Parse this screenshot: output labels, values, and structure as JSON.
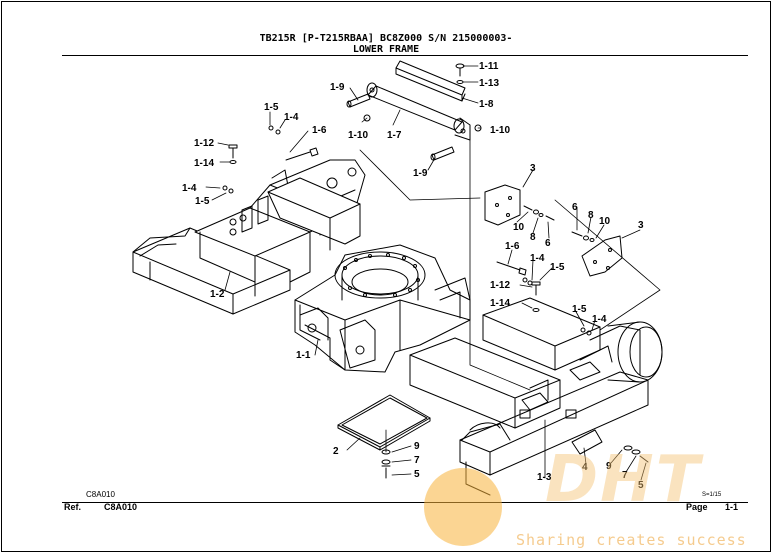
{
  "header": {
    "model_line": "TB215R [P-T215RBAA] BC8Z000 S/N 215000003-",
    "section": "LOWER FRAME"
  },
  "footer": {
    "ref_label": "Ref.",
    "ref_code": "C8A010",
    "ref_code_small": "C8A010",
    "page_label": "Page",
    "page_number": "1-1",
    "sheet_count": "S=1/15"
  },
  "watermark": {
    "logo_text": "DHT",
    "slogan": "Sharing creates success",
    "colors": {
      "orange": "#f7b23b",
      "slogan": "#f3c27a",
      "logo": "#f5c070"
    }
  },
  "callouts": [
    {
      "id": "c-1-11",
      "text": "1-11"
    },
    {
      "id": "c-1-13",
      "text": "1-13"
    },
    {
      "id": "c-1-8",
      "text": "1-8"
    },
    {
      "id": "c-1-9a",
      "text": "1-9"
    },
    {
      "id": "c-1-10a",
      "text": "1-10"
    },
    {
      "id": "c-1-10b",
      "text": "1-10"
    },
    {
      "id": "c-1-7",
      "text": "1-7"
    },
    {
      "id": "c-1-9b",
      "text": "1-9"
    },
    {
      "id": "c-1-5a",
      "text": "1-5"
    },
    {
      "id": "c-1-4a",
      "text": "1-4"
    },
    {
      "id": "c-1-6a",
      "text": "1-6"
    },
    {
      "id": "c-1-12a",
      "text": "1-12"
    },
    {
      "id": "c-1-14a",
      "text": "1-14"
    },
    {
      "id": "c-1-4b",
      "text": "1-4"
    },
    {
      "id": "c-1-5b",
      "text": "1-5"
    },
    {
      "id": "c-1-2",
      "text": "1-2"
    },
    {
      "id": "c-1-1",
      "text": "1-1"
    },
    {
      "id": "c-3a",
      "text": "3"
    },
    {
      "id": "c-10a",
      "text": "10"
    },
    {
      "id": "c-8a",
      "text": "8"
    },
    {
      "id": "c-6a",
      "text": "6"
    },
    {
      "id": "c-6b",
      "text": "6"
    },
    {
      "id": "c-8b",
      "text": "8"
    },
    {
      "id": "c-10b",
      "text": "10"
    },
    {
      "id": "c-3b",
      "text": "3"
    },
    {
      "id": "c-1-6b",
      "text": "1-6"
    },
    {
      "id": "c-1-4c",
      "text": "1-4"
    },
    {
      "id": "c-1-5c",
      "text": "1-5"
    },
    {
      "id": "c-1-12b",
      "text": "1-12"
    },
    {
      "id": "c-1-14b",
      "text": "1-14"
    },
    {
      "id": "c-1-5d",
      "text": "1-5"
    },
    {
      "id": "c-1-4d",
      "text": "1-4"
    },
    {
      "id": "c-2",
      "text": "2"
    },
    {
      "id": "c-9a",
      "text": "9"
    },
    {
      "id": "c-7a",
      "text": "7"
    },
    {
      "id": "c-5a",
      "text": "5"
    },
    {
      "id": "c-1-3",
      "text": "1-3"
    },
    {
      "id": "c-4",
      "text": "4"
    },
    {
      "id": "c-9b",
      "text": "9"
    },
    {
      "id": "c-7b",
      "text": "7"
    },
    {
      "id": "c-5b",
      "text": "5"
    }
  ]
}
